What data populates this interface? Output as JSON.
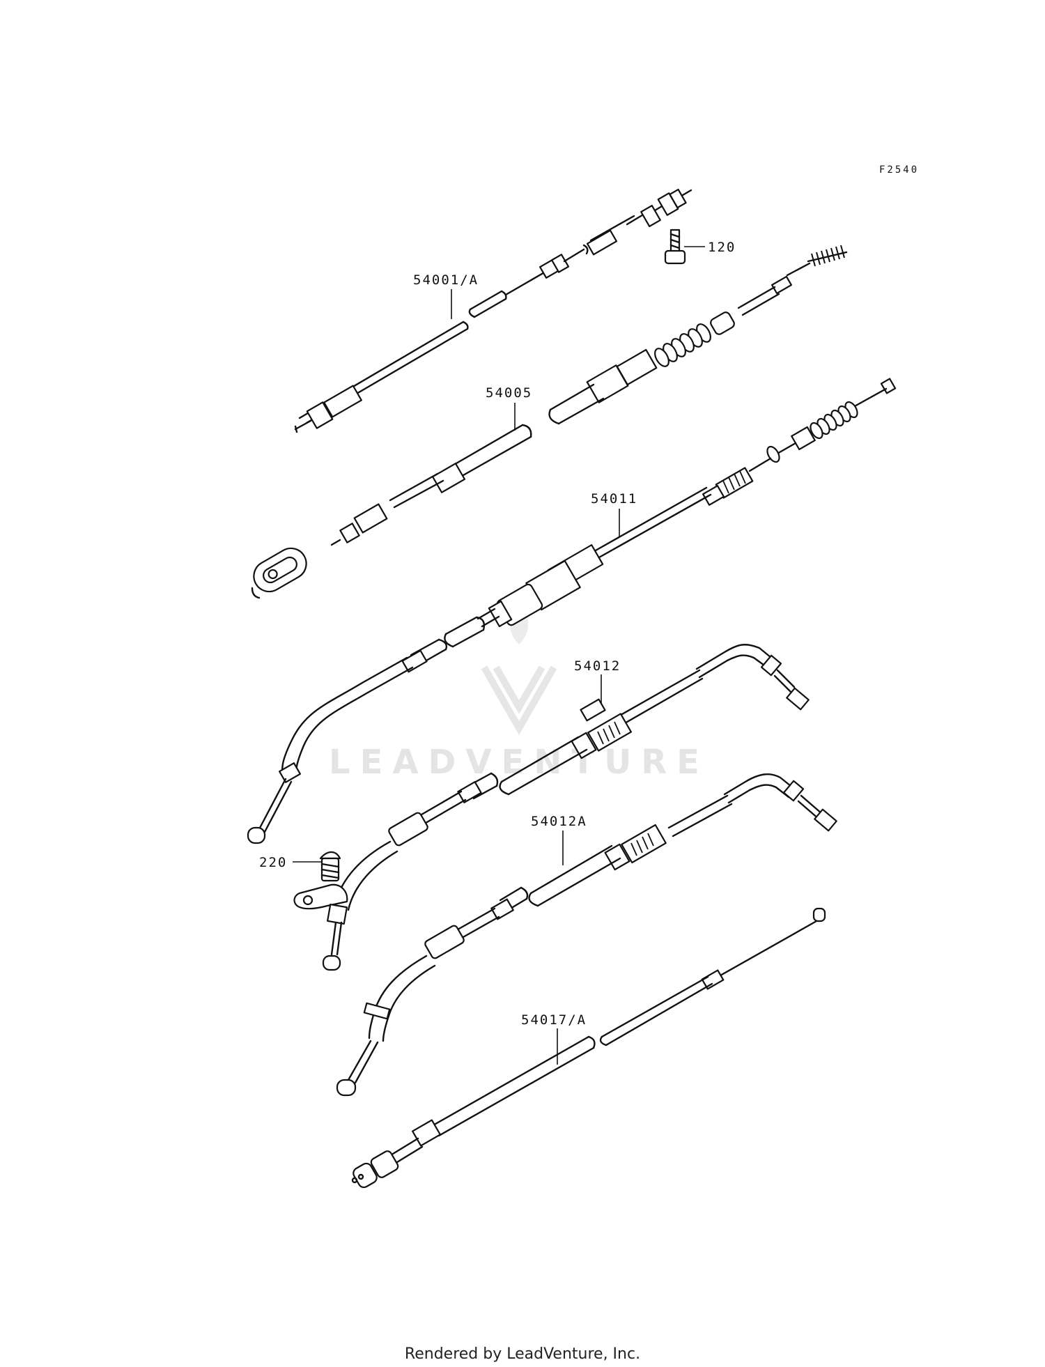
{
  "figure_code": "F2540",
  "watermark": "LEADVENTURE",
  "footer": "Rendered by LeadVenture, Inc.",
  "parts": [
    {
      "ref": "54001/A"
    },
    {
      "ref": "120"
    },
    {
      "ref": "54005"
    },
    {
      "ref": "54011"
    },
    {
      "ref": "54012"
    },
    {
      "ref": "220"
    },
    {
      "ref": "54012A"
    },
    {
      "ref": "54017/A"
    }
  ]
}
